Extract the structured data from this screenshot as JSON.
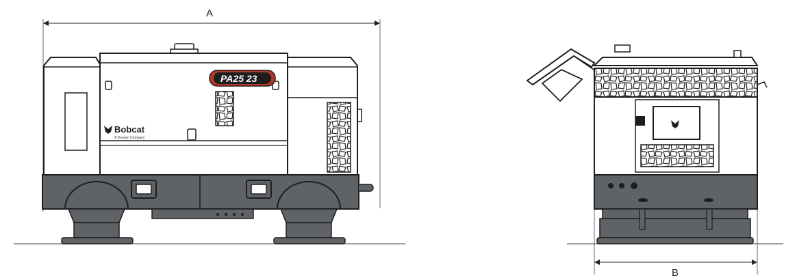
{
  "dimensions": {
    "length_label": "A",
    "width_label": "B"
  },
  "side_view": {
    "model_badge": "PA25 23",
    "brand_name": "Bobcat",
    "brand_tagline": "A Doosan Company"
  },
  "colors": {
    "base": "#5f6266",
    "outline": "#1e1e1e",
    "body": "#ffffff",
    "badge": "#b5362b"
  }
}
